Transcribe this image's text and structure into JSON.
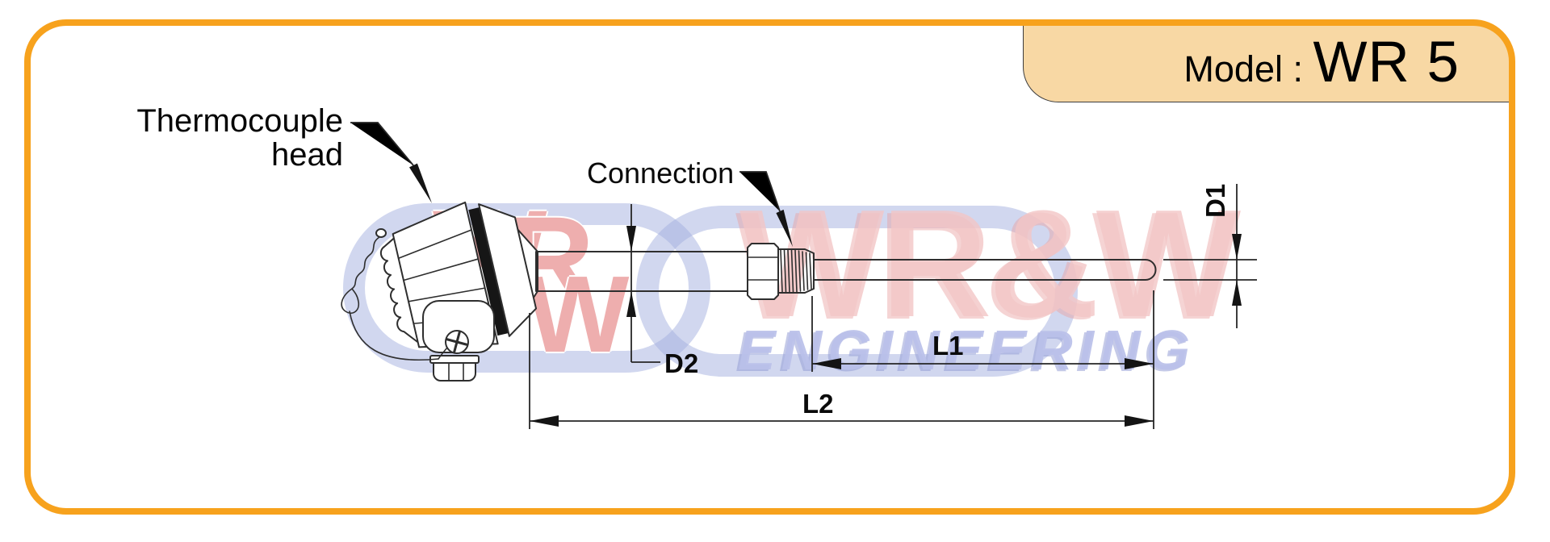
{
  "model_tab": {
    "prefix": "Model : ",
    "model": "WR 5"
  },
  "labels": {
    "thermocouple_head": {
      "line1": "Thermocouple",
      "line2": "head"
    },
    "connection": "Connection",
    "d1": "D1",
    "d2": "D2",
    "l1": "L1",
    "l2": "L2"
  },
  "watermark": {
    "brand": "WR&W",
    "subtitle": "ENGINEERING",
    "logo_letters": [
      "W",
      "R",
      "W"
    ]
  },
  "colors": {
    "frame": "#F7A21D",
    "tab_fill": "#F8D8A4",
    "line": "#2E2E2E",
    "watermark_pink": "#F2C6C6",
    "watermark_blue": "#B9C0E6",
    "watermark_red": "#E27878"
  }
}
